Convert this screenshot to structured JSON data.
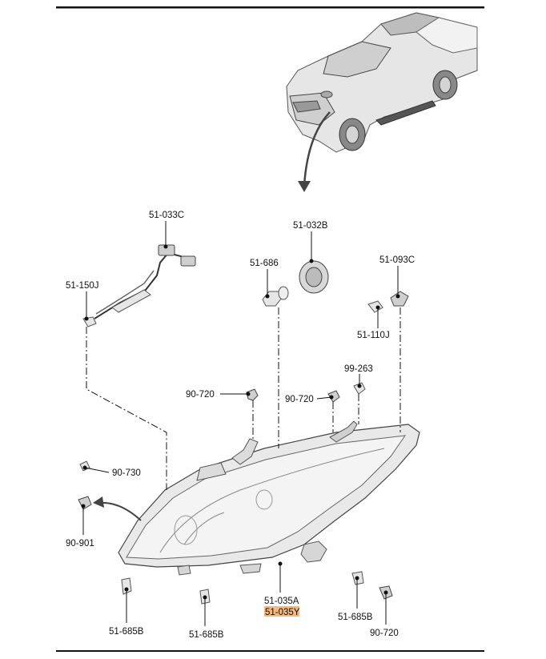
{
  "diagram": {
    "labels": {
      "p_51_033C": "51-033C",
      "p_51_032B": "51-032B",
      "p_51_686": "51-686",
      "p_51_093C": "51-093C",
      "p_51_150J": "51-150J",
      "p_51_110J": "51-110J",
      "p_99_263": "99-263",
      "p_90_720_a": "90-720",
      "p_90_720_b": "90-720",
      "p_90_730": "90-730",
      "p_90_901": "90-901",
      "p_51_035A": "51-035A",
      "p_51_035Y": "51-035Y",
      "p_51_685B_a": "51-685B",
      "p_51_685B_b": "51-685B",
      "p_51_685B_c": "51-685B",
      "p_90_720_c": "90-720"
    },
    "highlight_color": "#f5b87a"
  }
}
